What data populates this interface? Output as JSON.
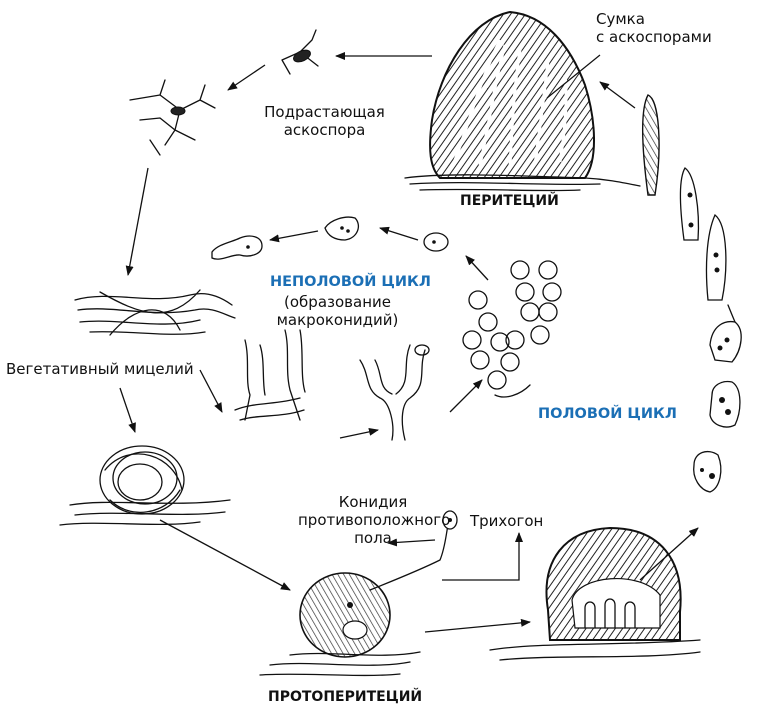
{
  "labels": {
    "ascus": "Сумка\nс аскоспорами",
    "ascospore": "Подрастающая\nаскоспора",
    "perithecium": "ПЕРИТЕЦИЙ",
    "asexual_cycle_title": "НЕПОЛОВОЙ ЦИКЛ",
    "asexual_cycle_sub": "(образование\nмакроконидий)",
    "vegetative_mycelium": "Вегетативный мицелий",
    "sexual_cycle": "ПОЛОВОЙ ЦИКЛ",
    "conidium": "Конидия\nпротивоположного\nпола",
    "trichogyne": "Трихогон",
    "protoperithecium": "ПРОТОПЕРИТЕЦИЙ"
  },
  "colors": {
    "accent": "#1b6fb5",
    "ink": "#111111"
  }
}
